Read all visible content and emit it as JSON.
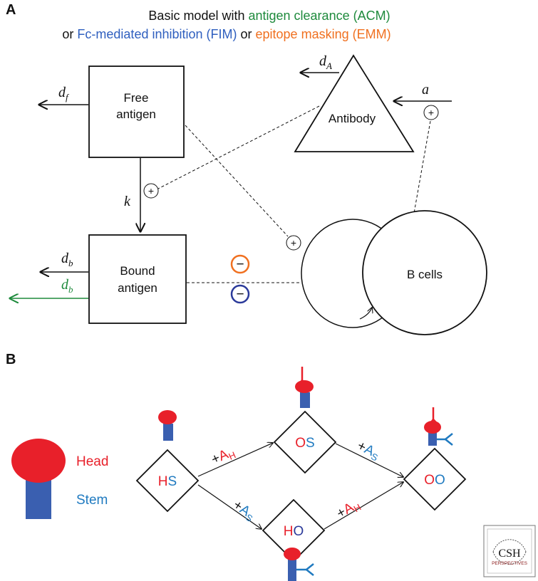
{
  "panel_a": {
    "letter": "A",
    "title_line1_prefix": "Basic model with ",
    "title_line1_acm": "antigen clearance (ACM)",
    "title_line2_prefix": "or ",
    "title_line2_fim": "Fc-mediated inhibition (FIM)",
    "title_line2_mid": " or ",
    "title_line2_emm": "epitope masking (EMM)",
    "free_antigen_line1": "Free",
    "free_antigen_line2": "antigen",
    "bound_antigen_line1": "Bound",
    "bound_antigen_line2": "antigen",
    "antibody": "Antibody",
    "b_cells": "B cells",
    "rate_df": "d",
    "rate_df_sub": "f",
    "rate_dA": "d",
    "rate_dA_sub": "A",
    "rate_a": "a",
    "rate_k": "k",
    "rate_db": "d",
    "rate_db_sub": "b",
    "plus": "+",
    "minus": "−"
  },
  "panel_b": {
    "letter": "B",
    "legend_head": "Head",
    "legend_stem": "Stem",
    "state_hs": [
      "H",
      "S"
    ],
    "state_os": [
      "O",
      "S"
    ],
    "state_ho": [
      "H",
      "O"
    ],
    "state_oo": [
      "O",
      "O"
    ],
    "reaction_prefix": "+",
    "reaction_ah": "A",
    "reaction_ah_sub": "H",
    "reaction_as": "A",
    "reaction_as_sub": "S"
  },
  "logo": {
    "line1": "CSH",
    "line2": "PERSPECTIVES"
  },
  "colors": {
    "green": "#1e8a3c",
    "blue": "#2f5fbf",
    "orange": "#f07020",
    "red": "#e8202a",
    "stem_blue": "#3a5fb0",
    "text_blue": "#1f7ac0",
    "navy": "#2b3a9a",
    "dark_red": "#8b1a1a"
  }
}
